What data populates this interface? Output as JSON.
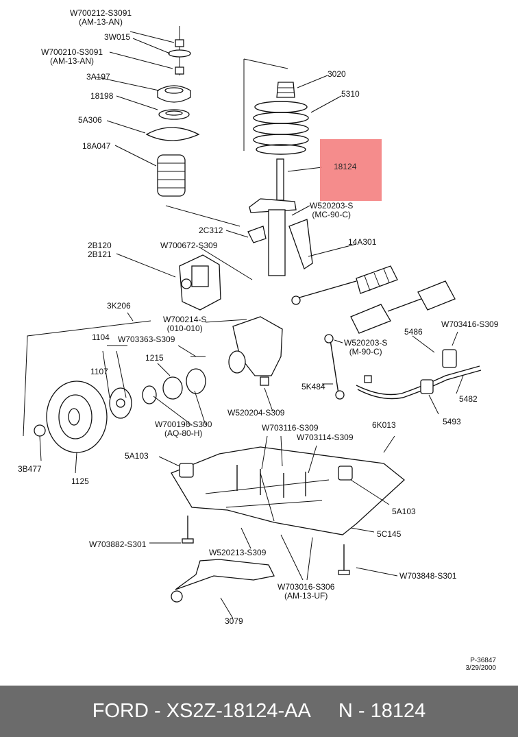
{
  "highlight": {
    "part": "18124",
    "color": "#f48080"
  },
  "labels": {
    "w700212": [
      "W700212-S3091",
      "(AM-13-AN)"
    ],
    "p3w015": "3W015",
    "w700210": [
      "W700210-S3091",
      "(AM-13-AN)"
    ],
    "p3a197": "3A197",
    "p18198": "18198",
    "p5a306": "5A306",
    "p18a047": "18A047",
    "p3020": "3020",
    "p5310": "5310",
    "w520203_mc": [
      "W520203-S",
      "(MC-90-C)"
    ],
    "p2c312": "2C312",
    "p2b120": [
      "2B120",
      "2B121"
    ],
    "w700672": "W700672-S309",
    "p14a301": "14A301",
    "p3k206": "3K206",
    "w700214": [
      "W700214-S",
      "(010-010)"
    ],
    "p1104": "1104",
    "w703363": "W703363-S309",
    "p1107": "1107",
    "p1215": "1215",
    "w520203_m": [
      "W520203-S",
      "(M-90-C)"
    ],
    "p5486": "5486",
    "w703416": "W703416-S309",
    "p5k484": "5K484",
    "w520204": "W520204-S309",
    "p5482": "5482",
    "w700196": [
      "W700196-S300",
      "(AQ-80-H)"
    ],
    "p5493": "5493",
    "p3b477": "3B477",
    "p1125": "1125",
    "w703116": "W703116-S309",
    "p6k013": "6K013",
    "w703114": "W703114-S309",
    "p5a103_l": "5A103",
    "p5a103_r": "5A103",
    "p5c145": "5C145",
    "w703882": "W703882-S301",
    "w520213": "W520213-S309",
    "w703016": [
      "W703016-S306",
      "(AM-13-UF)"
    ],
    "w703848": "W703848-S301",
    "p3079": "3079"
  },
  "stamp": {
    "id": "P-36847",
    "date": "3/29/2000"
  },
  "footer": {
    "brand_part": "FORD - XS2Z-18124-AA",
    "ref": "N - 18124"
  }
}
